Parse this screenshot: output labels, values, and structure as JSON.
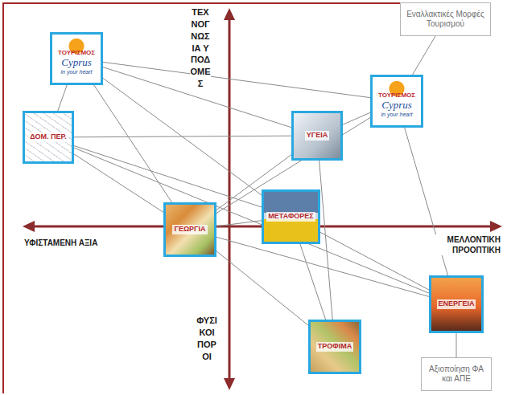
{
  "diagram": {
    "nodes": [
      {
        "text": [
          "ΤΟΥΡΙΣΜΟΣ",
          "Cyprus",
          "in your heart"
        ]
      },
      {
        "text": [
          "Εναλλακτικές Μορφές Τουρισμού"
        ]
      },
      {
        "text": [
          "ΔΟΜ. ΠΕΡ."
        ]
      },
      {
        "text": [
          "ΤΟΥΡΙΣΜΟΣ",
          "Cyprus",
          "in your heart"
        ]
      },
      {
        "text": [
          "ΥΓΕΙΑ"
        ]
      },
      {
        "text": [
          "ΓΕΩΡΓΙΑ"
        ]
      },
      {
        "text": [
          "ΜΕΤΑΦΟΡΕΣ"
        ]
      },
      {
        "text": [
          "ΕΝΕΡΓΕΙΑ"
        ]
      },
      {
        "text": [
          "ΤΡΟΦΙΜΑ"
        ]
      },
      {
        "text": [
          "Αξιοποίηση ΦΑ και ΑΠΕ"
        ]
      }
    ],
    "edges": [
      {
        "from": 0,
        "to": 2,
        "arrow": "none"
      },
      {
        "from": 0,
        "to": 3,
        "arrow": "none"
      },
      {
        "from": 0,
        "to": 4,
        "arrow": "none"
      },
      {
        "from": 0,
        "to": 5,
        "arrow": "none"
      },
      {
        "from": 0,
        "to": 6,
        "arrow": "none"
      },
      {
        "from": 2,
        "to": 4,
        "arrow": "none"
      },
      {
        "from": 2,
        "to": 5,
        "arrow": "none"
      },
      {
        "from": 2,
        "to": 6,
        "arrow": "none"
      },
      {
        "from": 2,
        "to": 7,
        "arrow": "none"
      },
      {
        "from": 3,
        "to": 4,
        "arrow": "none"
      },
      {
        "from": 3,
        "to": 5,
        "arrow": "none"
      },
      {
        "from": 3,
        "to": 7,
        "arrow": "none"
      },
      {
        "from": 4,
        "to": 5,
        "arrow": "none"
      },
      {
        "from": 4,
        "to": 8,
        "arrow": "none"
      },
      {
        "from": 5,
        "to": 6,
        "arrow": "none"
      },
      {
        "from": 5,
        "to": 7,
        "arrow": "none"
      },
      {
        "from": 5,
        "to": 8,
        "arrow": "none"
      },
      {
        "from": 6,
        "to": 7,
        "arrow": "none"
      },
      {
        "from": 6,
        "to": 8,
        "arrow": "none"
      },
      {
        "from": 1,
        "to": 3,
        "arrow": "none"
      },
      {
        "from": 9,
        "to": 7,
        "arrow": "none"
      }
    ],
    "labels": [
      "ΤΕΧΝΟΓΝΩΣΙΑ ΥΠΟΔΟΜΕΣ",
      "ΥΦΙΣΤΑΜΕΝΗ ΑΞΙΑ",
      "ΜΕΛΛΟΝΤΙΚΗ ΠΡΟΟΠΤΙΚΗ",
      "ΦΥΣΙΚΟΙ ΠΟΡΟΙ"
    ]
  }
}
